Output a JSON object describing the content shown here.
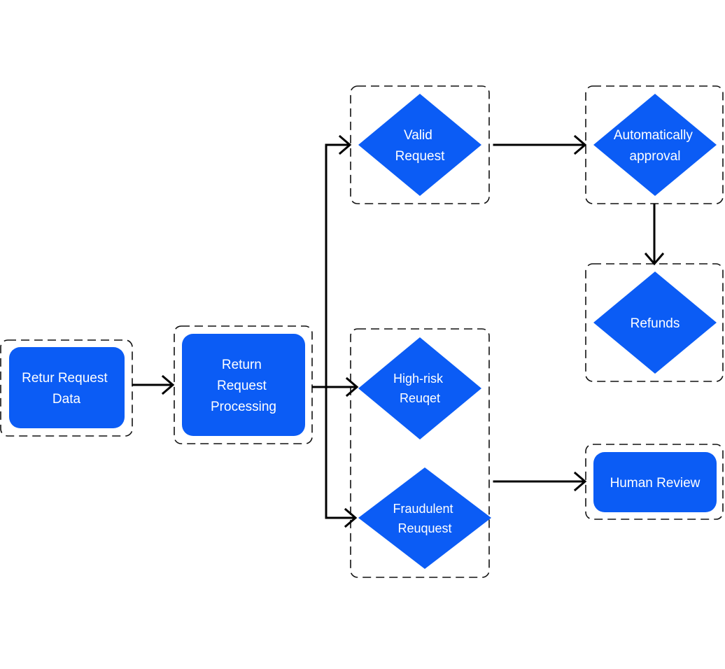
{
  "colors": {
    "node_fill": "#0B5CF5",
    "node_text": "#FFFFFF",
    "connector": "#000000",
    "group_border": "#111111",
    "background": "#FFFFFF"
  },
  "nodes": {
    "retur_request_data": {
      "shape": "rounded-rectangle",
      "lines": [
        "Retur Request",
        "Data"
      ]
    },
    "return_request_processing": {
      "shape": "rounded-rectangle",
      "lines": [
        "Return",
        "Request",
        "Processing"
      ]
    },
    "valid_request": {
      "shape": "diamond",
      "lines": [
        "Valid",
        "Request"
      ]
    },
    "automatically_approval": {
      "shape": "diamond",
      "lines": [
        "Automatically",
        "approval"
      ]
    },
    "refunds": {
      "shape": "diamond",
      "lines": [
        "Refunds"
      ]
    },
    "high_risk_request": {
      "shape": "diamond",
      "lines": [
        "High-risk",
        "Reuqet"
      ]
    },
    "fraudulent_request": {
      "shape": "diamond",
      "lines": [
        "Fraudulent",
        "Reuquest"
      ]
    },
    "human_review": {
      "shape": "rounded-rectangle",
      "lines": [
        "Human Review"
      ]
    }
  },
  "edges": [
    {
      "from": "retur_request_data",
      "to": "return_request_processing"
    },
    {
      "from": "return_request_processing",
      "to": "valid_request"
    },
    {
      "from": "return_request_processing",
      "to": "high_risk_request"
    },
    {
      "from": "return_request_processing",
      "to": "fraudulent_request"
    },
    {
      "from": "valid_request",
      "to": "automatically_approval"
    },
    {
      "from": "automatically_approval",
      "to": "refunds"
    },
    {
      "from": "fraudulent_request",
      "to": "human_review"
    }
  ]
}
